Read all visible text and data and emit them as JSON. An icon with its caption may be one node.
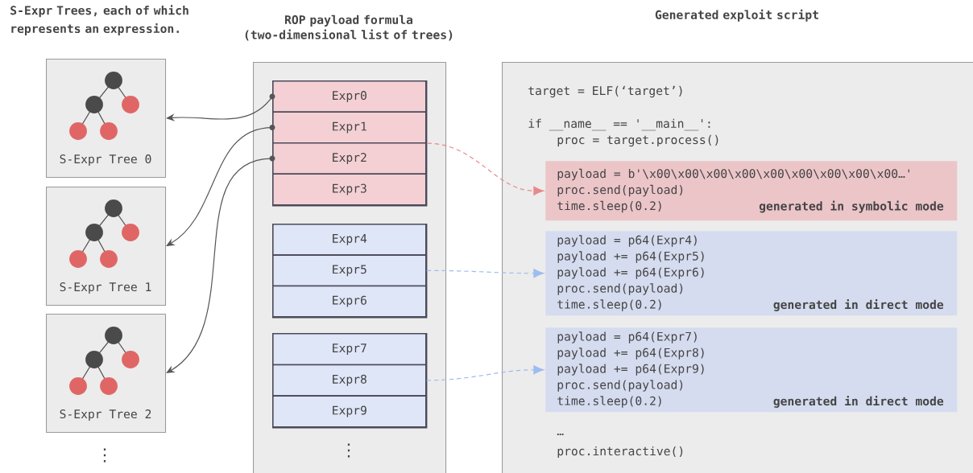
{
  "diagram": {
    "nodes": [
      {
        "text": [
          "S-Expr Tree 0"
        ]
      },
      {
        "text": [
          "S-Expr Tree 1"
        ]
      },
      {
        "text": [
          "S-Expr Tree 2"
        ]
      },
      {
        "text": [
          "ROP payload formula (two-dimensional list of trees)"
        ]
      },
      {
        "text": [],
        "shape": "box",
        "in": 3
      },
      {
        "text": [
          "Expr0"
        ],
        "in": 4
      },
      {
        "text": [
          "Expr1"
        ],
        "in": 4
      },
      {
        "text": [
          "Expr2"
        ],
        "in": 4
      },
      {
        "text": [
          "Expr3"
        ],
        "in": 4
      },
      {
        "text": [],
        "shape": "box",
        "in": 3
      },
      {
        "text": [
          "Expr4"
        ],
        "in": 9
      },
      {
        "text": [
          "Expr5"
        ],
        "in": 9
      },
      {
        "text": [
          "Expr6"
        ],
        "in": 9
      },
      {
        "text": [],
        "shape": "box",
        "in": 3
      },
      {
        "text": [
          "Expr7"
        ],
        "in": 13
      },
      {
        "text": [
          "Expr8"
        ],
        "in": 13
      },
      {
        "text": [
          "Expr9"
        ],
        "in": 13
      },
      {
        "text": [
          "Generated exploit script"
        ]
      },
      {
        "text": [
          "payload  = b'\\x00\\x00\\x00\\x00\\x00\\x00\\x00\\x00\\x00…'",
          "proc.send(payload)",
          "time.sleep(0.2)",
          "generated in symbolic mode"
        ],
        "in": 17
      },
      {
        "text": [
          "payload  = p64(Expr4)",
          "payload += p64(Expr5)",
          "payload += p64(Expr6)",
          "proc.send(payload)",
          "time.sleep(0.2)",
          "generated in direct mode"
        ],
        "in": 17
      },
      {
        "text": [
          "payload  = p64(Expr7)",
          "payload += p64(Expr8)",
          "payload += p64(Expr9)",
          "proc.send(payload)",
          "time.sleep(0.2)",
          "generated in direct mode"
        ],
        "in": 17
      }
    ],
    "edges": [
      {
        "from": 5,
        "to": 0,
        "arrow": "to"
      },
      {
        "from": 6,
        "to": 1,
        "arrow": "to"
      },
      {
        "from": 7,
        "to": 2,
        "arrow": "to"
      },
      {
        "from": 4,
        "to": 18,
        "arrow": "to",
        "style": "dashed",
        "color": "#e8898c"
      },
      {
        "from": 11,
        "to": 19,
        "arrow": "to",
        "style": "dashed",
        "color": "#9dbcf0"
      },
      {
        "from": 15,
        "to": 20,
        "arrow": "to",
        "style": "dashed",
        "color": "#9dbcf0"
      }
    ],
    "labels": [
      "S-Expr Trees, each of which represents an expression.",
      "⋮",
      "⋮",
      "target = ELF(‘target’)",
      "if __name__ == '__main__':",
      "proc = target.process()",
      "…",
      "proc.interactive()"
    ]
  }
}
